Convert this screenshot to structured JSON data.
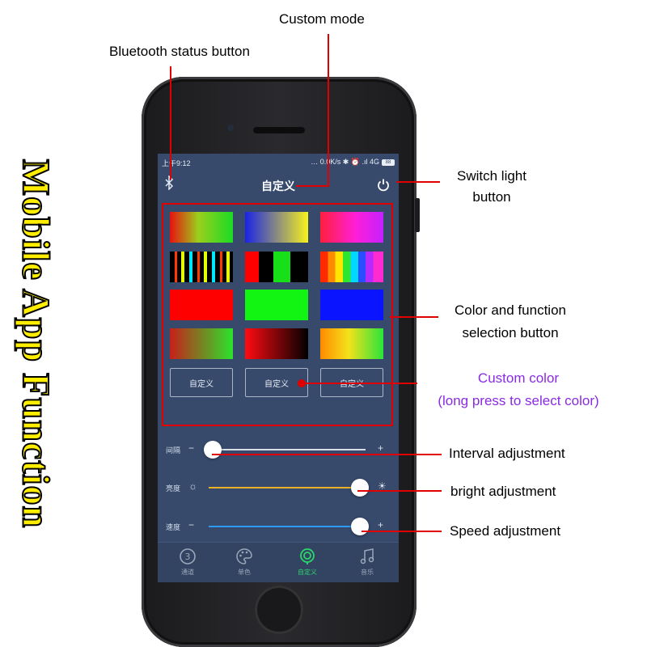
{
  "side_title": "Mobile App Function",
  "callouts": {
    "custom_mode": "Custom mode",
    "bluetooth_status": "Bluetooth status button",
    "switch_light_line1": "Switch light",
    "switch_light_line2": "button",
    "color_function_line1": "Color and function",
    "color_function_line2": "selection button",
    "custom_color_line1": "Custom color",
    "custom_color_line2": "(long press to select color)",
    "interval": "Interval adjustment",
    "bright": "bright adjustment",
    "speed": "Speed adjustment"
  },
  "status_bar": {
    "time": "上午9:12",
    "indicators": "… 0.0K/s ✱ ⏰ .ıl 4G",
    "battery": "88"
  },
  "app_bar": {
    "title": "自定义",
    "bluetooth_icon": "bluetooth-icon",
    "power_icon": "power-icon"
  },
  "swatches": [
    {
      "style": "linear-gradient(90deg,#e8110f,#9bcf1c 45%,#1bdb24)"
    },
    {
      "style": "linear-gradient(90deg,#1a23e6,#f7f21c)"
    },
    {
      "style": "linear-gradient(90deg,#ff1f3c,#ff1fd6 55%,#c520ff)"
    },
    {
      "style": "repeating-linear-gradient(90deg,#000 0 6px,#ff3a00 6px 9px,#000 9px 14px,#e6ff00 14px 18px,#000 18px 24px,#00e6ff 24px 28px)"
    },
    {
      "style": "linear-gradient(90deg,#ff0000 0 22%,#000 22% 45%,#18e018 45% 72%,#000 72% 100%)"
    },
    {
      "style": "linear-gradient(90deg,#ff2a00 0 12%,#ff8c00 12% 24%,#ffe600 24% 36%,#2ee62e 36% 48%,#00d8ff 48% 60%,#2a4dff 60% 72%,#b42aff 72% 84%,#ff2ad0 84% 100%)"
    },
    {
      "style": "#ff0000"
    },
    {
      "style": "#12f412"
    },
    {
      "style": "#0a14ff"
    },
    {
      "style": "linear-gradient(90deg,#c7201a,#2be32b)"
    },
    {
      "style": "linear-gradient(90deg,#ff0b12,#000000)"
    },
    {
      "style": "linear-gradient(90deg,#ff8a00,#f4e21b 45%,#2be33a)"
    }
  ],
  "custom_buttons": [
    "自定义",
    "自定义",
    "自定义"
  ],
  "sliders": [
    {
      "label": "间隔",
      "left_symbol": "−",
      "right_symbol": "+",
      "track_color": "#d8dde6",
      "value": 0.0
    },
    {
      "label": "亮度",
      "left_symbol": "☼",
      "right_symbol": "☀",
      "track_color": "#e7b227",
      "value": 1.0
    },
    {
      "label": "速度",
      "left_symbol": "−",
      "right_symbol": "+",
      "track_color": "#2d9bf0",
      "value": 1.0
    }
  ],
  "tabs": [
    {
      "label": "通道",
      "icon": "channel-icon",
      "active": false
    },
    {
      "label": "单色",
      "icon": "palette-icon",
      "active": false
    },
    {
      "label": "自定义",
      "icon": "custom-icon",
      "active": true
    },
    {
      "label": "音乐",
      "icon": "music-icon",
      "active": false
    }
  ],
  "colors": {
    "screen_bg": "#374a6c",
    "callout_red": "#e00000",
    "active_tab": "#2bd66b",
    "inactive_tab": "#9aa7bb",
    "title_yellow": "#ffee00",
    "custom_color_text": "#8a2be2"
  }
}
